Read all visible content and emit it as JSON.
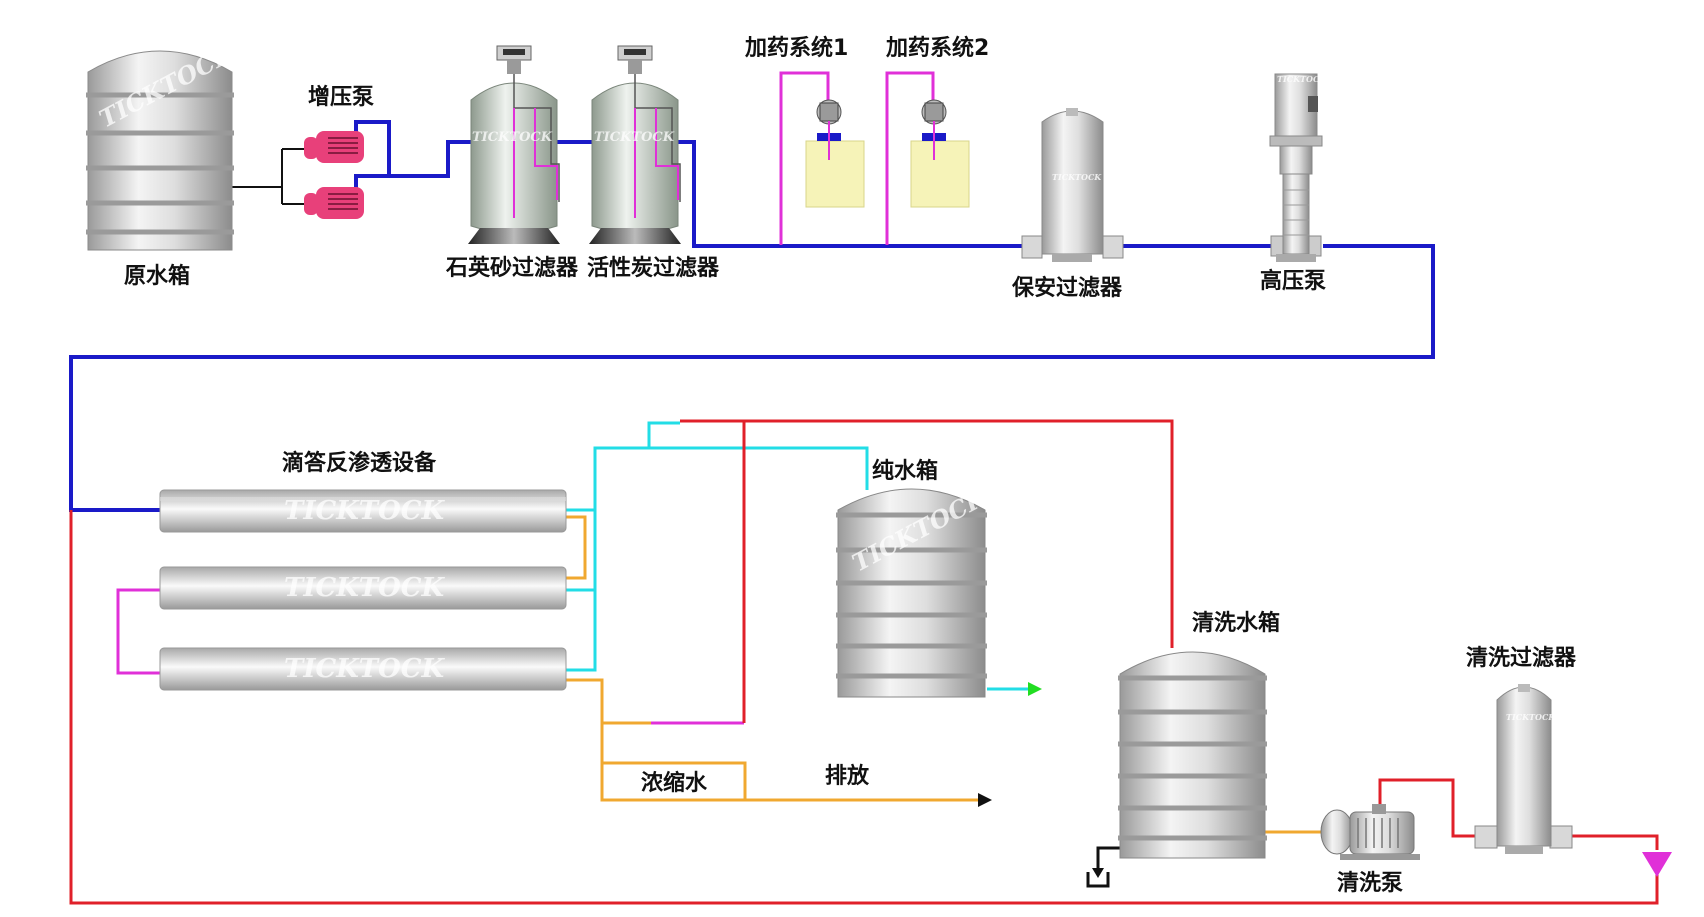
{
  "labels": {
    "raw_water_tank": "原水箱",
    "booster_pump": "增压泵",
    "quartz_sand_filter": "石英砂过滤器",
    "activated_carbon_filter": "活性炭过滤器",
    "dosing_system_1": "加药系统1",
    "dosing_system_2": "加药系统2",
    "security_filter": "保安过滤器",
    "high_pressure_pump": "高压泵",
    "ro_equipment": "滴答反渗透设备",
    "pure_water_tank": "纯水箱",
    "concentrate": "浓缩水",
    "discharge": "排放",
    "cleaning_water_tank": "清洗水箱",
    "cleaning_filter": "清洗过滤器",
    "cleaning_pump": "清洗泵"
  },
  "watermark": "TICKTOCK",
  "colors": {
    "feed_line": "#1a1ac8",
    "permeate_line": "#22dde6",
    "concentrate_line": "#f0a830",
    "cleaning_line": "#e0202a",
    "dosing_line": "#e030d8",
    "outlet_arrow": "#22dd22",
    "drain_arrow": "#111111",
    "pump_body": "#e8407a",
    "dosing_tank": "#f6f3b8"
  }
}
